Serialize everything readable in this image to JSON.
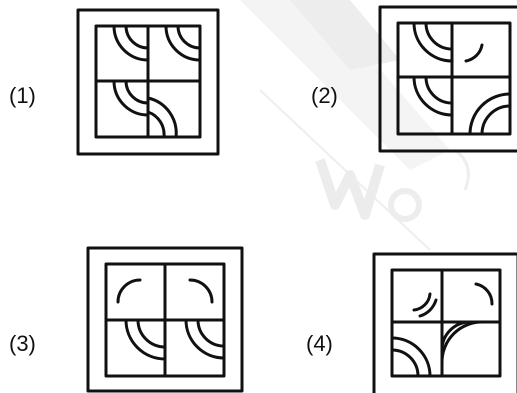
{
  "options": [
    {
      "id": "1",
      "label": "(1)"
    },
    {
      "id": "2",
      "label": "(2)"
    },
    {
      "id": "3",
      "label": "(3)"
    },
    {
      "id": "4",
      "label": "(4)"
    }
  ],
  "colors": {
    "ink": "#111111",
    "watermark": "#f2f2f2",
    "background": "#ffffff"
  }
}
